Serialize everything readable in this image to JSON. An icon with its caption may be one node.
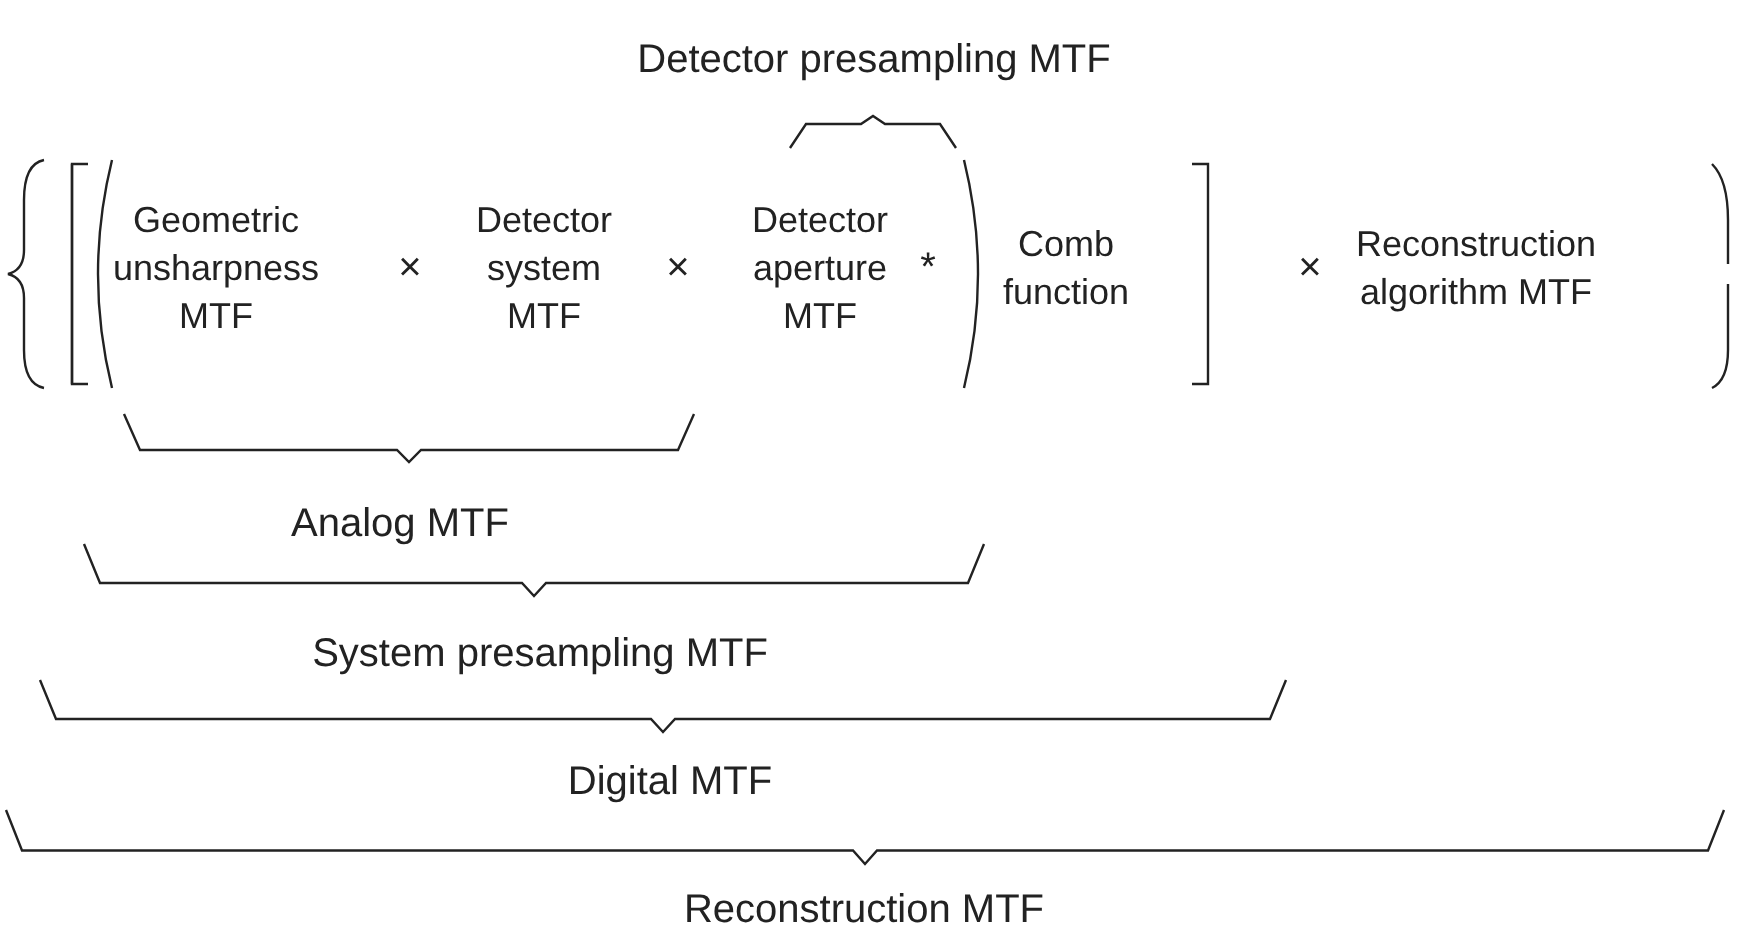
{
  "diagram": {
    "labels": [
      "Detector presampling MTF",
      "Geometric unsharpness MTF",
      "×",
      "Detector system MTF",
      "×",
      "Detector aperture MTF",
      "*",
      "Comb function",
      "×",
      "Reconstruction algorithm MTF",
      "Analog MTF",
      "System presampling MTF",
      "Digital MTF",
      "Reconstruction MTF"
    ]
  }
}
